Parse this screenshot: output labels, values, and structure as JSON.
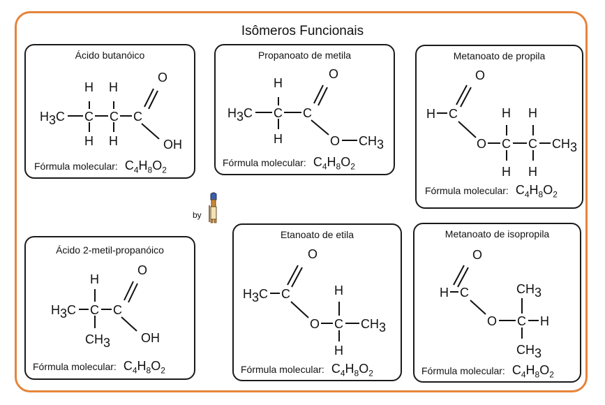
{
  "title": "Isômeros Funcionais",
  "credit": "by",
  "formula_label": "Fórmula molecular:",
  "molecular_formula": {
    "c": "C",
    "c_n": "4",
    "h": "H",
    "h_n": "8",
    "o": "O",
    "o_n": "2"
  },
  "compounds": [
    {
      "name": "Ácido butanóico"
    },
    {
      "name": "Propanoato de metila"
    },
    {
      "name": "Metanoato de propila"
    },
    {
      "name": "Ácido 2-metil-propanóico"
    },
    {
      "name": "Etanoato de etila"
    },
    {
      "name": "Metanoato de isopropila"
    }
  ],
  "atoms": {
    "C": "C",
    "H": "H",
    "O": "O",
    "OH": "OH",
    "H3C": "H",
    "CH3": "CH",
    "n3": "3"
  },
  "colors": {
    "frame": "#e6843a",
    "card_border": "#1a1a1a"
  }
}
